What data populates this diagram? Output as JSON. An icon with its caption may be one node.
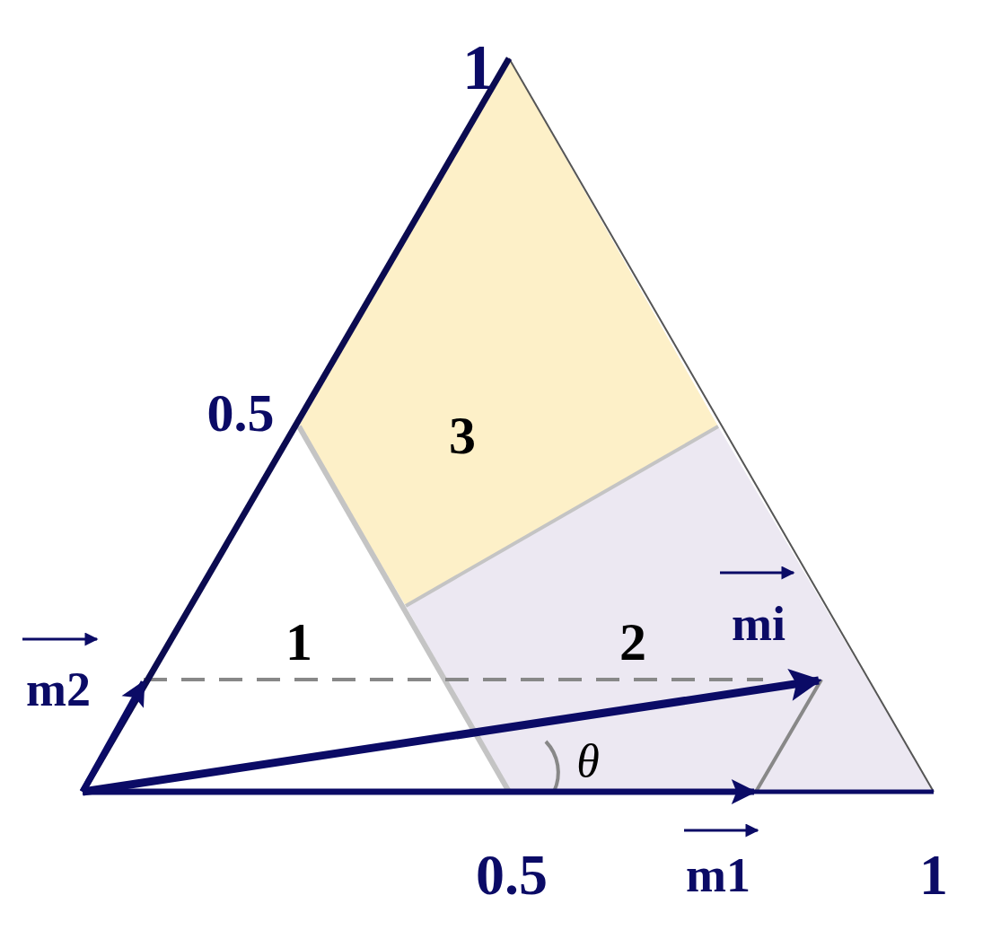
{
  "diagram": {
    "nodes": [
      {
        "text": [
          "3"
        ]
      },
      {
        "text": [
          "1"
        ]
      },
      {
        "text": [
          "2"
        ]
      }
    ],
    "labels": [
      "1",
      "0.5",
      "mi",
      "m2",
      "θ",
      "0.5",
      "m1",
      "1"
    ]
  }
}
